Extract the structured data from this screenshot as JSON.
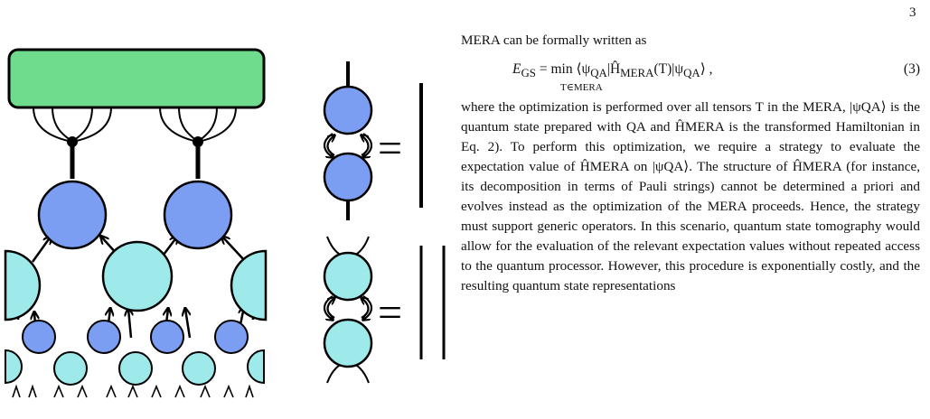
{
  "page": {
    "number": "3"
  },
  "figure": {
    "equals_sign": "="
  },
  "text": {
    "intro": "MERA can be formally written as",
    "equation": {
      "lhs": "E",
      "lhs_sub": "GS",
      "equals": " = ",
      "operator": "min",
      "operator_sub": "T∈MERA",
      "rhs": "⟨ψ",
      "rhs_sub1": "QA",
      "rhs_mid": "|Ĥ",
      "rhs_sub2": "MERA",
      "rhs_arg": "(T)|ψ",
      "rhs_sub3": "QA",
      "rhs_end": "⟩ ,",
      "number": "(3)"
    },
    "paragraph": "where the optimization is performed over all tensors T in the MERA, |ψQA⟩ is the quantum state prepared with QA and ĤMERA is the transformed Hamiltonian in Eq. 2). To perform this optimization, we require a strategy to evaluate the expectation value of ĤMERA on |ψQA⟩. The structure of ĤMERA (for instance, its decomposition in terms of Pauli strings) cannot be determined a priori and evolves instead as the optimization of the MERA proceeds. Hence, the strategy must support generic operators. In this scenario, quantum state tomography would allow for the evaluation of the relevant expectation values without repeated access to the quantum processor. However, this procedure is exponentially costly, and the resulting quantum state representations"
  }
}
